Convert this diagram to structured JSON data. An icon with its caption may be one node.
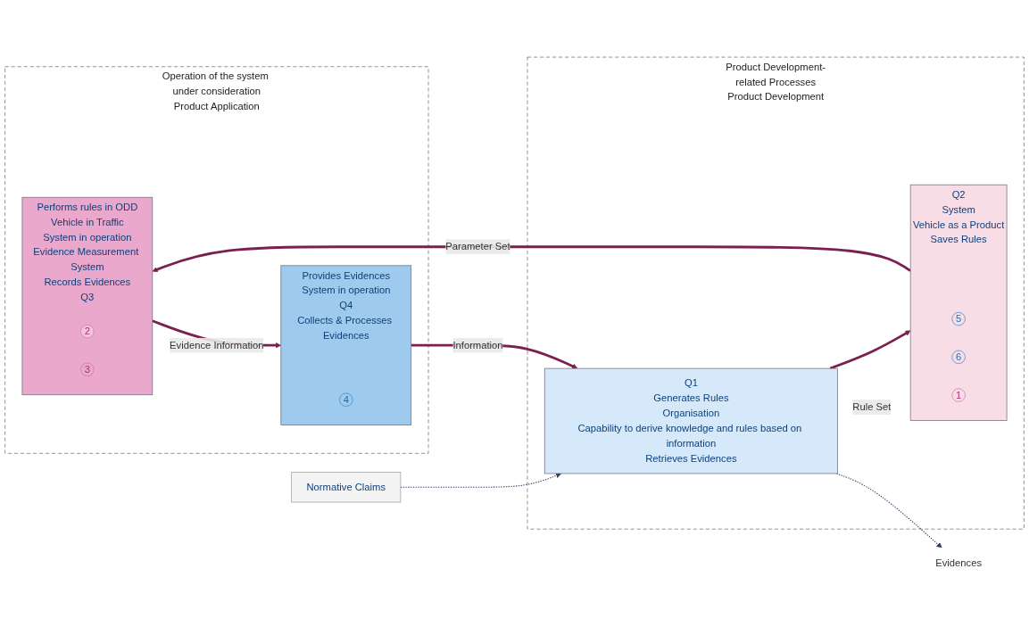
{
  "diagram": {
    "nodes": [
      {
        "text": [
          "Product Development-related Processes",
          "Product Development"
        ]
      },
      {
        "text": [
          "Normative Claims"
        ]
      },
      {
        "text": [
          "Evidences"
        ]
      },
      {
        "text": [
          "Q1",
          "Generates Rules",
          "Organisation",
          "Capability to derive knowledge and rules based on information",
          "Retrieves Evidences"
        ],
        "in": 0
      },
      {
        "text": [
          "Q2",
          "System",
          "Vehicle as a Product",
          "Saves Rules"
        ],
        "in": 0
      },
      {
        "text": [
          "5"
        ],
        "in": 4
      },
      {
        "text": [
          "6"
        ],
        "in": 4
      },
      {
        "text": [
          "1"
        ],
        "in": 4
      },
      {
        "text": [
          "Operation of the system under consideration",
          "Product Application"
        ]
      },
      {
        "text": [
          "Provides Evidences",
          "System in operation",
          "Q4",
          "Collects & Processes Evidences"
        ],
        "in": 8
      },
      {
        "text": [
          "4"
        ],
        "in": 9
      },
      {
        "text": [
          "Performs rules in ODD",
          "Vehicle in Traffic",
          "System in operation",
          "Evidence Measurement System",
          "Records Evidences",
          "Q3"
        ],
        "in": 8
      },
      {
        "text": [
          "2"
        ],
        "in": 11
      },
      {
        "text": [
          "3"
        ],
        "in": 11
      }
    ],
    "edges": [
      {
        "from": 1,
        "to": 3,
        "arrow": "to",
        "style": "dashed",
        "color": "#2b3f66"
      },
      {
        "from": 3,
        "to": 2,
        "arrow": "to",
        "style": "dashed",
        "color": "#2b3f66"
      },
      {
        "from": 3,
        "to": 4,
        "arrow": "to",
        "label": "Rule Set"
      },
      {
        "from": 4,
        "to": 11,
        "arrow": "to",
        "label": "Parameter Set"
      },
      {
        "from": 11,
        "to": 9,
        "arrow": "to",
        "label": "Evidence Information"
      },
      {
        "from": 9,
        "to": 3,
        "arrow": "to",
        "label": "Information"
      }
    ]
  }
}
